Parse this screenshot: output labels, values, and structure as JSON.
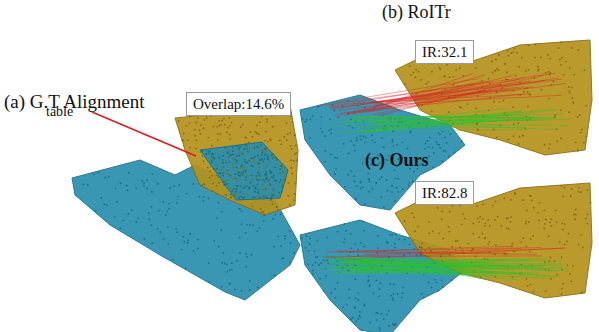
{
  "diagram": {
    "nodes": [
      {
        "text": [
          "Overlap:14.6%"
        ]
      },
      {
        "text": [
          "IR:32.1"
        ]
      },
      {
        "text": [
          "IR:82.8"
        ]
      }
    ],
    "labels": [
      "(a) G.T Alignment",
      "table",
      "(b) RoITr",
      "(c) Ours"
    ]
  }
}
